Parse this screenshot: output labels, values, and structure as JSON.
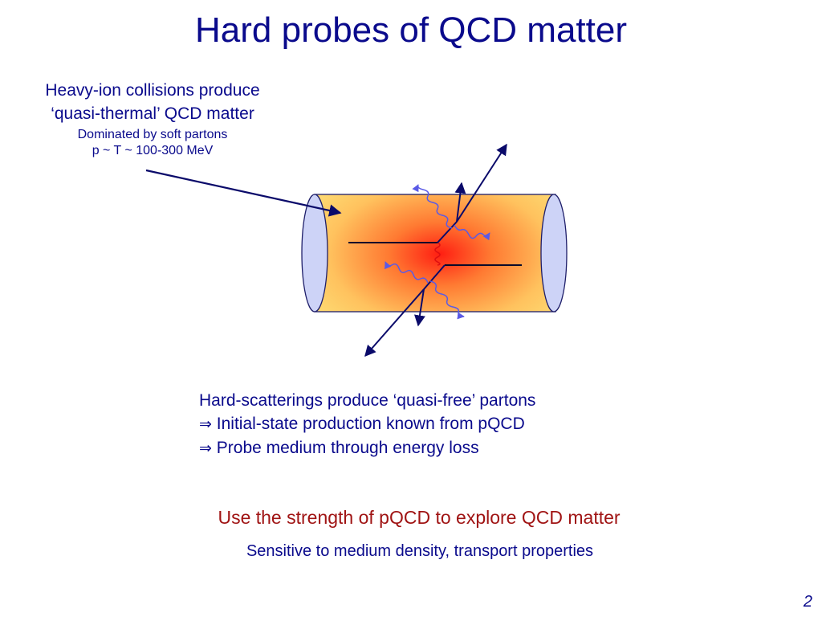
{
  "slide": {
    "title": "Hard probes of QCD matter",
    "page_number": "2"
  },
  "intro": {
    "line1": "Heavy-ion collisions produce",
    "line2": "‘quasi-thermal’ QCD matter",
    "line3": "Dominated by soft partons",
    "line4": "p ~ T ~ 100-300 MeV"
  },
  "hard_scattering": {
    "line1": "Hard-scatterings produce ‘quasi-free’ partons",
    "arrow_symbol": "⇒",
    "line2": "Initial-state production known from pQCD",
    "line3": "Probe medium through energy loss"
  },
  "conclusion": {
    "main": "Use the strength of pQCD to explore QCD matter",
    "sub": "Sensitive to medium density, transport properties"
  },
  "colors": {
    "title_text": "#0a0a8c",
    "conclusion_text": "#a01414",
    "cylinder_outer": "#fde47a",
    "cylinder_hot": "#ff2a1a",
    "end_cap": "#cdd3f7",
    "parton_line": "#0a0a6a",
    "gluon_line": "#5a5ae6",
    "exchange_gluon": "#e01010"
  }
}
